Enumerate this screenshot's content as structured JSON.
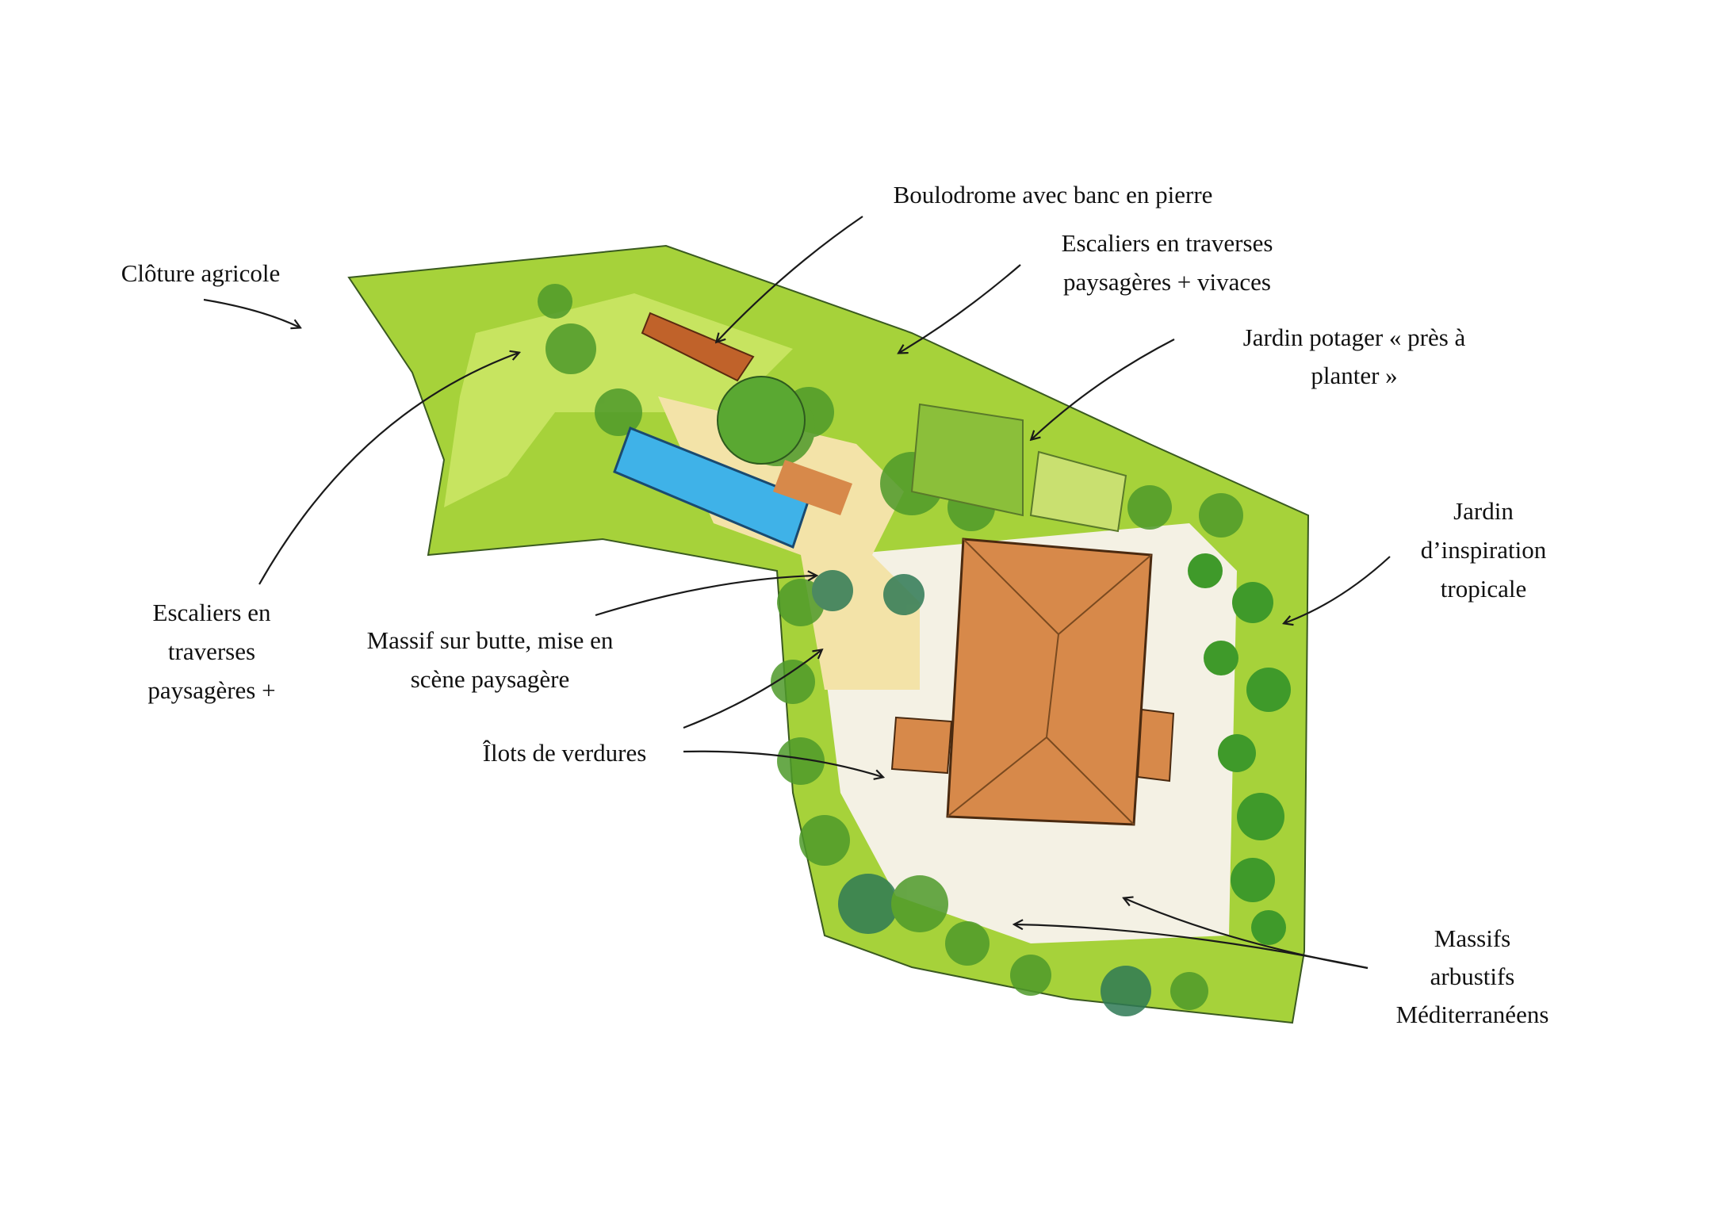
{
  "labels": {
    "boulodrome": [
      "Boulodrome avec banc en pierre"
    ],
    "escaliers_top": [
      "Escaliers en traverses",
      "paysagères + vivaces"
    ],
    "cloture": [
      "Clôture agricole"
    ],
    "potager": [
      "Jardin potager « près à",
      "planter »"
    ],
    "tropical": [
      "Jardin",
      "d’inspiration",
      "tropicale"
    ],
    "escaliers_left": [
      "Escaliers en",
      "traverses",
      "paysagères +"
    ],
    "massif_butte": [
      "Massif sur butte, mise en",
      "scène paysagère"
    ],
    "ilots": [
      "Îlots de verdures"
    ],
    "massifs_med": [
      "Massifs",
      "arbustifs",
      "Méditerranéens"
    ]
  },
  "colors": {
    "lawn": "#a6d23a",
    "lawn_light": "#cfe86a",
    "shrubs": "#4e9a2a",
    "dark_trees": "#2f7a55",
    "roof": "#d7894a",
    "pool": "#3fb2e8",
    "boulodrome": "#c0622a",
    "courtyard": "#f4f1e4",
    "terrace": "#f3e3a8"
  }
}
